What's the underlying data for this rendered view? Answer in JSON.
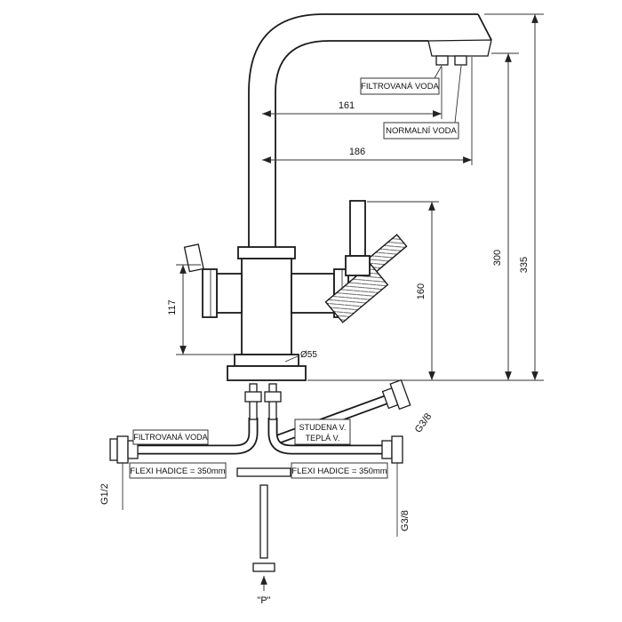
{
  "labels": {
    "filtered_water_top": "FILTROVANÁ VODA",
    "normal_water": "NORMALNÍ VODA",
    "filtered_water_bottom": "FILTROVANÁ VODA",
    "cold_water": "STUDENA V.",
    "hot_water": "TEPLÁ V.",
    "flexi_hose_left": "FLEXI HADICE = 350mm",
    "flexi_hose_right": "FLEXI HADICE = 350mm",
    "thread_left": "G1/2",
    "thread_angled": "G3/8",
    "thread_right": "G3/8",
    "pressure_mark": "\"P\""
  },
  "dimensions": {
    "filtered_outlet_reach": "161",
    "normal_outlet_reach": "186",
    "outlet_height": "300",
    "total_height": "335",
    "handle_height": "160",
    "body_height": "117",
    "base_diameter": "Ø55"
  },
  "colors": {
    "line": "#1a1a1a",
    "dim_line": "#333333",
    "background": "#ffffff"
  }
}
